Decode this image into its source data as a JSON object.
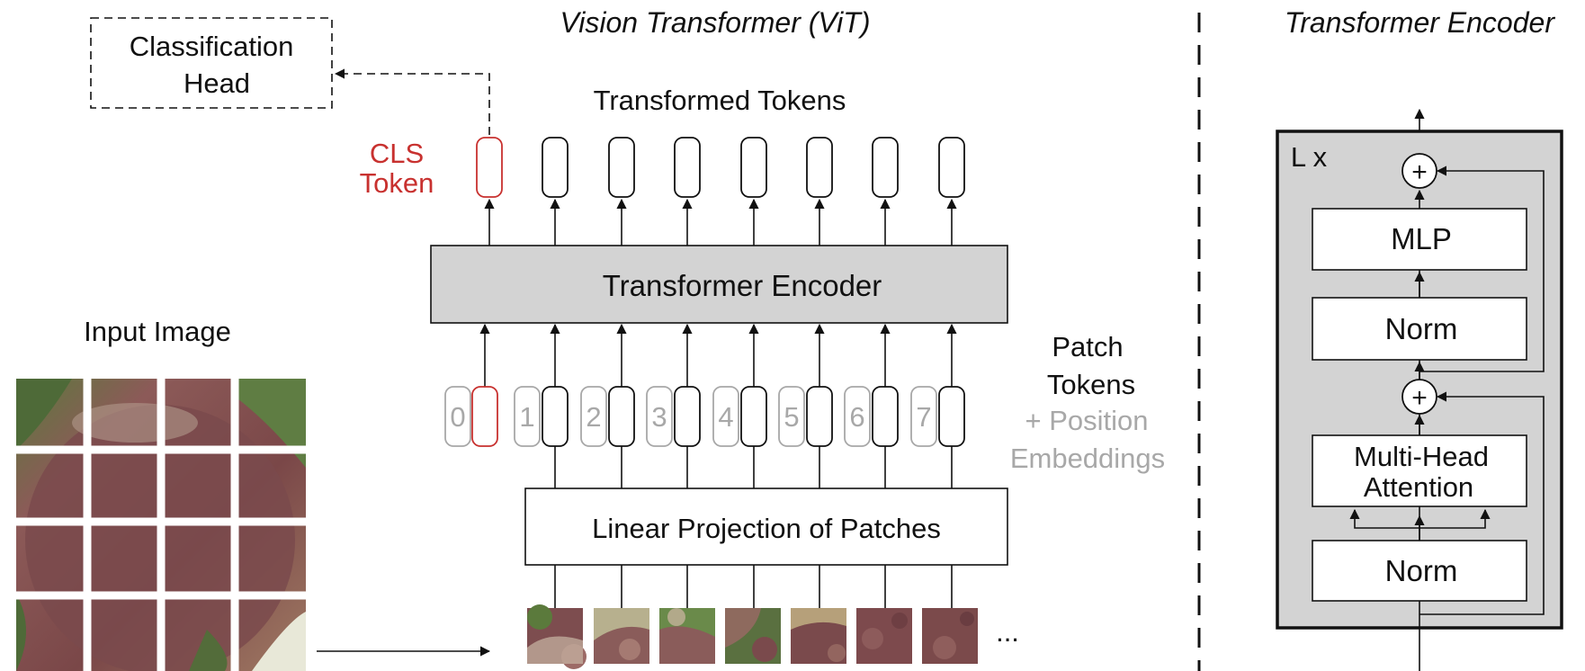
{
  "titles": {
    "vit": "Vision Transformer (ViT)",
    "encoder_panel": "Transformer Encoder"
  },
  "vit": {
    "classification_head": [
      "Classification",
      "Head"
    ],
    "transformed_tokens": "Transformed Tokens",
    "cls_token": [
      "CLS",
      "Token"
    ],
    "transformer_encoder": "Transformer Encoder",
    "patch_tokens": [
      "Patch",
      "Tokens"
    ],
    "position_embeddings": [
      "+ Position",
      "Embeddings"
    ],
    "input_image": "Input Image",
    "linear_projection": "Linear Projection of Patches",
    "position_indices": [
      "0",
      "1",
      "2",
      "3",
      "4",
      "5",
      "6",
      "7"
    ],
    "ellipsis": "..."
  },
  "encoder": {
    "repeat_label": "L x",
    "mlp": "MLP",
    "norm_top": "Norm",
    "attention": [
      "Multi-Head",
      "Attention"
    ],
    "norm_bottom": "Norm",
    "plus": "+"
  },
  "colors": {
    "cls_red": "#c8312f",
    "encoder_gray": "#d3d3d3",
    "embedding_gray": "#a8a8a8",
    "apple_dark": "#7a4a4c",
    "apple_light": "#9b6a66",
    "leaf": "#4e6a38"
  }
}
